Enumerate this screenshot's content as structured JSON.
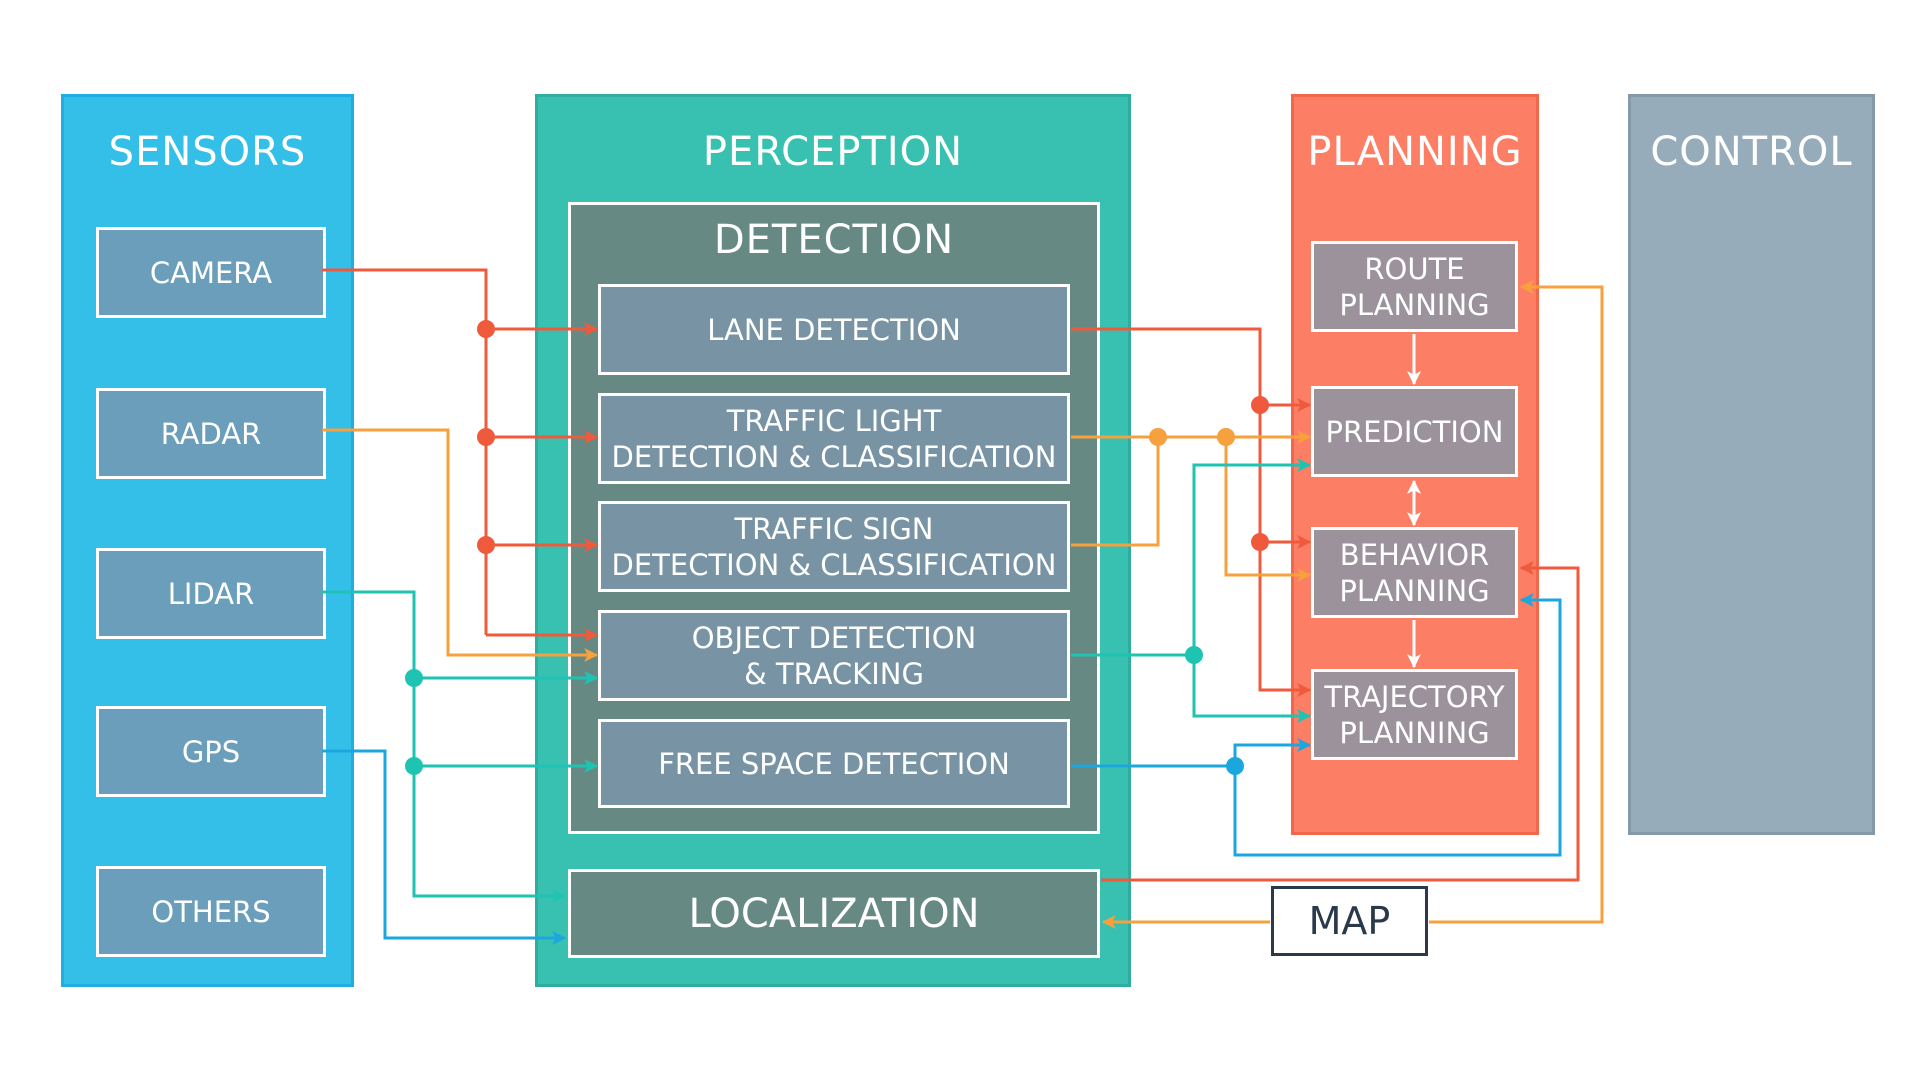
{
  "colors": {
    "sensors_bg": "#34bfe9",
    "sensors_border": "#1eaee0",
    "perception_bg": "#38c1b0",
    "perception_border": "#2fae9f",
    "detection_bg": "#678983",
    "module_bg": "#7894a4",
    "sensor_item_bg": "#6a9eba",
    "planning_bg": "#fc7e64",
    "planning_border": "#f26749",
    "planning_item_bg": "#9b929b",
    "control_bg": "#97acbb",
    "control_border": "#8699a8",
    "red": "#ef5a3c",
    "orange": "#f6a03e",
    "teal": "#1fc3b2",
    "blue": "#1ba7de",
    "map_border": "#2b3a4a",
    "map_text": "#2b3a4a"
  },
  "sensors": {
    "title": "SENSORS",
    "items": [
      "CAMERA",
      "RADAR",
      "LIDAR",
      "GPS",
      "OTHERS"
    ]
  },
  "perception": {
    "title": "PERCEPTION",
    "detection": {
      "title": "DETECTION",
      "modules": [
        {
          "lines": [
            "LANE DETECTION"
          ]
        },
        {
          "lines": [
            "TRAFFIC LIGHT",
            "DETECTION & CLASSIFICATION"
          ]
        },
        {
          "lines": [
            "TRAFFIC SIGN",
            "DETECTION & CLASSIFICATION"
          ]
        },
        {
          "lines": [
            "OBJECT DETECTION",
            "& TRACKING"
          ]
        },
        {
          "lines": [
            "FREE SPACE DETECTION"
          ]
        }
      ]
    },
    "localization": "LOCALIZATION"
  },
  "planning": {
    "title": "PLANNING",
    "modules": [
      {
        "lines": [
          "ROUTE",
          "PLANNING"
        ]
      },
      {
        "lines": [
          "PREDICTION"
        ]
      },
      {
        "lines": [
          "BEHAVIOR",
          "PLANNING"
        ]
      },
      {
        "lines": [
          "TRAJECTORY",
          "PLANNING"
        ]
      }
    ]
  },
  "control": {
    "title": "CONTROL"
  },
  "map": "MAP"
}
